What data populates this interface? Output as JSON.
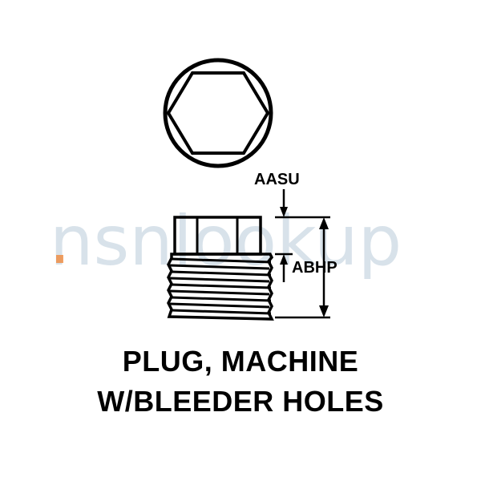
{
  "watermark": {
    "text": "nsnlookup",
    "color": "#b9cbd9",
    "accent_color": "#f08a3c"
  },
  "dimensions": {
    "upper_label": "AASU",
    "lower_label": "ABHP"
  },
  "caption": {
    "line1": "PLUG, MACHINE",
    "line2": "W/BLEEDER HOLES"
  }
}
